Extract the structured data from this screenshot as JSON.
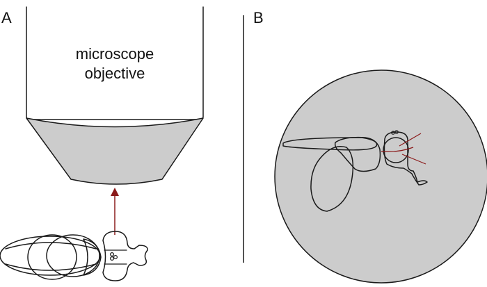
{
  "panels": {
    "a_label": "A",
    "b_label": "B"
  },
  "objective": {
    "label_line1": "microscope",
    "label_line2": "objective"
  },
  "colors": {
    "gray_fill": "#cccccc",
    "body_fill": "#efefef",
    "ink": "#1a1a1a",
    "arrow": "#8b1a1a"
  }
}
